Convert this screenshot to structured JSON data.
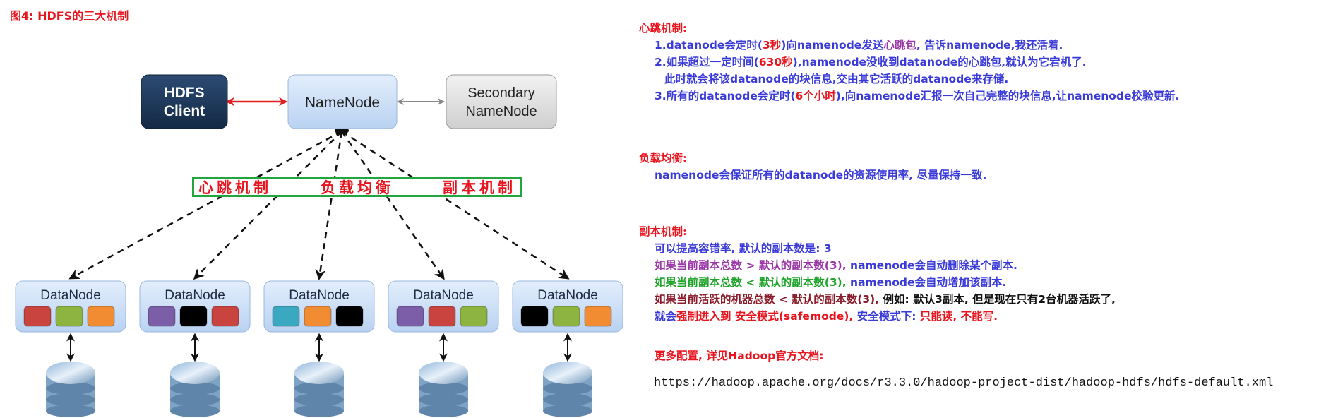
{
  "figure_title": "图4: HDFS的三大机制",
  "diagram": {
    "client": {
      "line1": "HDFS",
      "line2": "Client"
    },
    "namenode": "NameNode",
    "secondary": {
      "line1": "Secondary",
      "line2": "NameNode"
    },
    "mechanisms": [
      "心跳机制",
      "负载均衡",
      "副本机制"
    ],
    "datanodes": [
      {
        "label": "DataNode",
        "blocks": [
          "#c9443f",
          "#8db441",
          "#f28c33"
        ]
      },
      {
        "label": "DataNode",
        "blocks": [
          "#7b5ea7",
          "#000000",
          "#c9443f"
        ]
      },
      {
        "label": "DataNode",
        "blocks": [
          "#3aa8c1",
          "#f28c33",
          "#000000"
        ]
      },
      {
        "label": "DataNode",
        "blocks": [
          "#7b5ea7",
          "#c9443f",
          "#8db441"
        ]
      },
      {
        "label": "DataNode",
        "blocks": [
          "#000000",
          "#8db441",
          "#f28c33"
        ]
      }
    ],
    "colors": {
      "client_bg": "#1f3a5c",
      "namenode_bg": "#cfe0f7",
      "secondary_bg": "#e0e0e0",
      "client_arrow": "#e02020",
      "secondary_arrow": "#888888",
      "mech_border": "#22a53c"
    }
  },
  "heartbeat": {
    "heading": "心跳机制:",
    "item1": {
      "a": "1.datanode会定时(",
      "b": "3秒",
      "c": ")向namenode发送",
      "d": "心跳包",
      "e": ", 告诉namenode,我还活着."
    },
    "item2": {
      "a": "2.如果超过一定时间(",
      "b": "630秒",
      "c": "),namenode没收到datanode的心跳包,就认为它宕机了."
    },
    "item2b": "此时就会将该datanode的块信息,交由其它活跃的datanode来存储.",
    "item3": {
      "a": "3.所有的datanode会定时(",
      "b": "6个小时",
      "c": "),向namenode汇报一次自己完整的块信息,让namenode校验更新."
    }
  },
  "balance": {
    "heading": "负载均衡:",
    "text": "namenode会保证所有的datanode的资源使用率, 尽量保持一致."
  },
  "replica": {
    "heading": "副本机制:",
    "line1": "可以提高容错率, 默认的副本数是: 3",
    "line2": {
      "a": "如果当前副本总数 > 默认的副本数(3), ",
      "b": "namenode会自动删除某个副本."
    },
    "line3": {
      "a": "如果当前副本总数 < 默认的副本数(3), ",
      "b": "namenode会自动增加该副本."
    },
    "line4": {
      "a": "如果当前活跃的机器总数 < 默认的副本数(3), ",
      "b": "例如: 默认3副本, 但是现在只有2台机器活跃了,"
    },
    "line5": {
      "a": "就会",
      "b": "强制进入到 安全模式(safemode), ",
      "c": "安全模式下: ",
      "d": "只能读, 不能写."
    }
  },
  "more": {
    "heading": "更多配置, 详见Hadoop官方文档:",
    "url": "https://hadoop.apache.org/docs/r3.3.0/hadoop-project-dist/hadoop-hdfs/hdfs-default.xml"
  }
}
